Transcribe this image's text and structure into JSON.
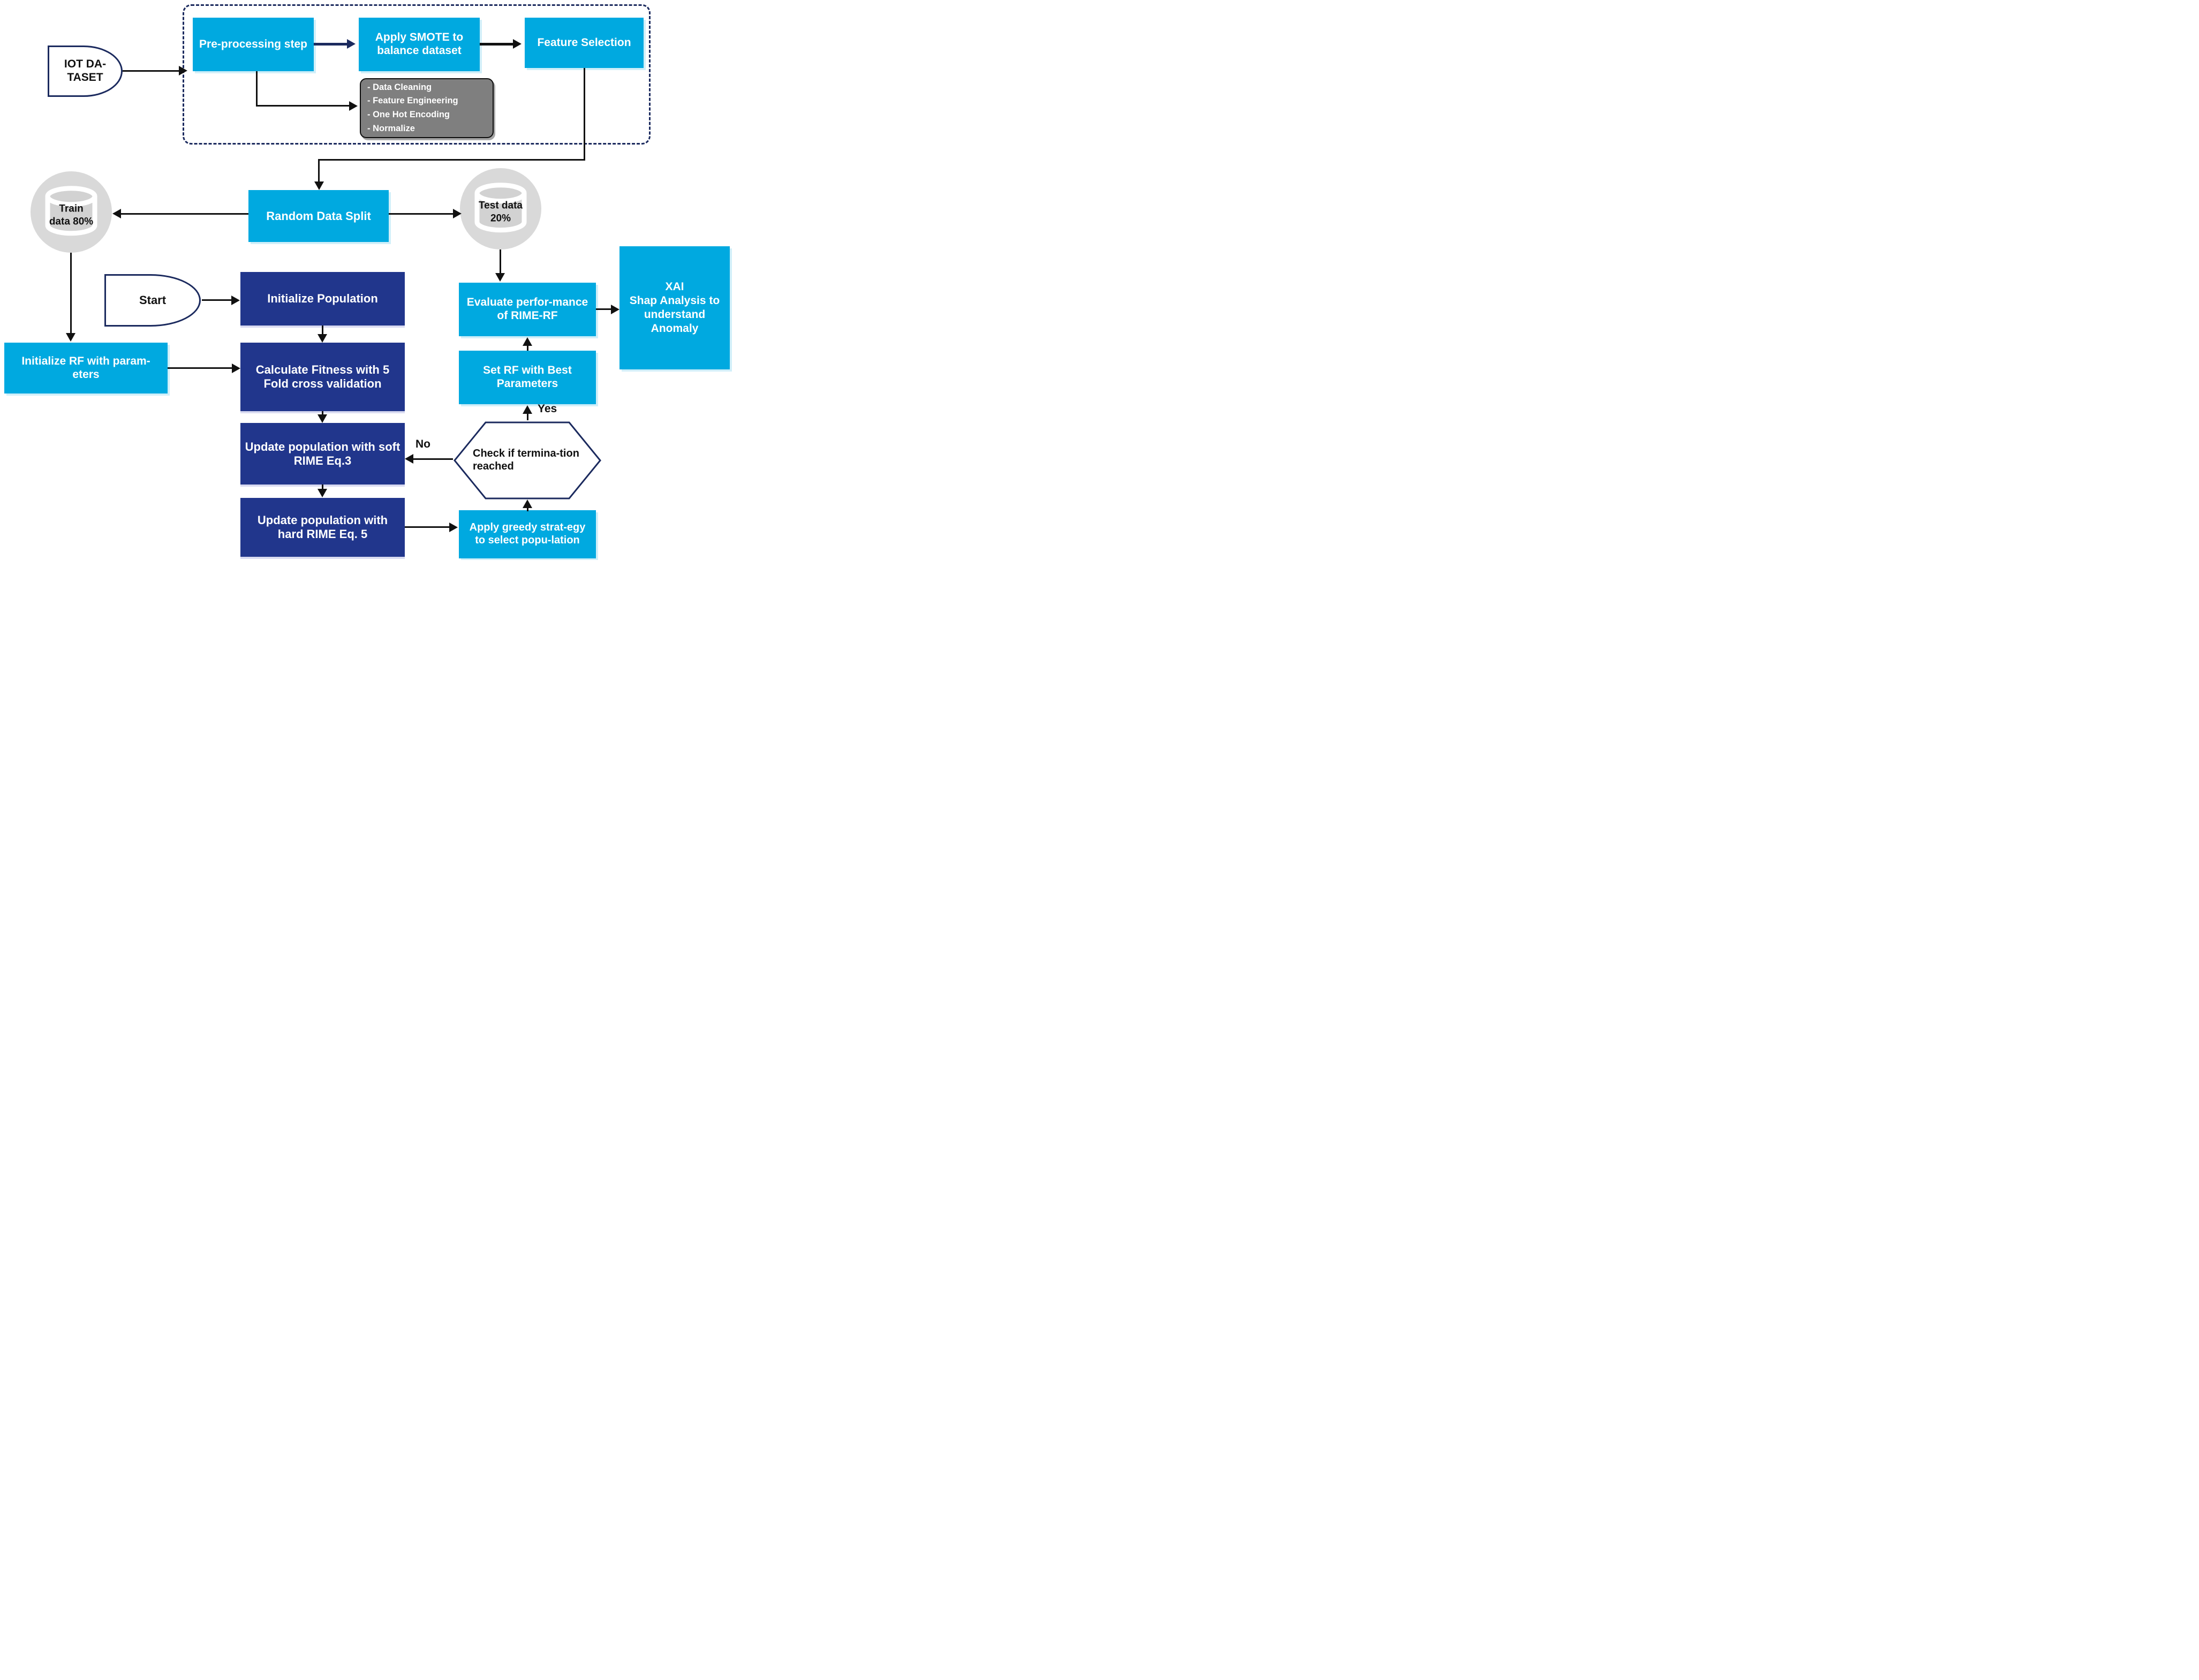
{
  "diagram": {
    "title_hint": "RIME-RF anomaly detection pipeline flowchart",
    "colors": {
      "light_blue": "#00A9E0",
      "dark_blue": "#21368C",
      "navy_outline": "#1B2A5E",
      "gray_panel": "#7F7F7F",
      "light_gray_circle": "#D9D9D9",
      "arrow_black": "#111111"
    },
    "nodes": {
      "iot": "IOT DA-TASET",
      "preprocessing": "Pre-processing step",
      "smote": "Apply SMOTE to balance dataset",
      "feature_selection": "Feature Selection",
      "preprocessing_details": [
        "- Data Cleaning",
        "- Feature Engineering",
        "- One Hot Encoding",
        "- Normalize"
      ],
      "random_split": "Random Data Split",
      "train_lines": [
        "Train",
        "data 80%"
      ],
      "test_lines": [
        "Test data",
        "20%"
      ],
      "start": "Start",
      "init_population": "Initialize Population",
      "init_rf": "Initialize RF with param-eters",
      "calc_fitness": "Calculate Fitness with 5 Fold cross validation",
      "soft_rime": "Update population with soft RIME Eq.3",
      "hard_rime": "Update population with hard RIME Eq. 5",
      "greedy": "Apply greedy strat-egy to select popu-lation",
      "termination": "Check if termina-tion reached",
      "set_rf": "Set RF with Best Parameters",
      "evaluate": "Evaluate perfor-mance of RIME-RF",
      "xai_lines": [
        "XAI",
        "Shap Analysis to",
        "understand",
        "Anomaly"
      ]
    },
    "edge_labels": {
      "yes": "Yes",
      "no": "No"
    }
  }
}
